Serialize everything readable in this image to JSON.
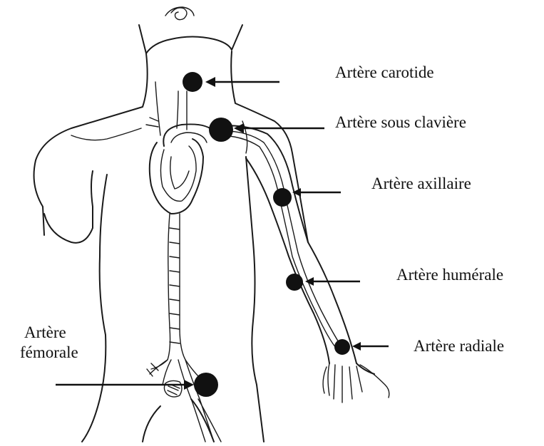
{
  "labels": {
    "carotid": "Artère carotide",
    "subclavian": "Artère sous clavière",
    "axillary": "Artère axillaire",
    "brachial": "Artère humérale",
    "radial": "Artère radiale",
    "femoral_line1": "Artère",
    "femoral_line2": "fémorale"
  },
  "icons": {
    "pulse_point": "filled-circle",
    "pointer": "arrow"
  },
  "colors": {
    "ink": "#111111",
    "background": "#ffffff"
  }
}
